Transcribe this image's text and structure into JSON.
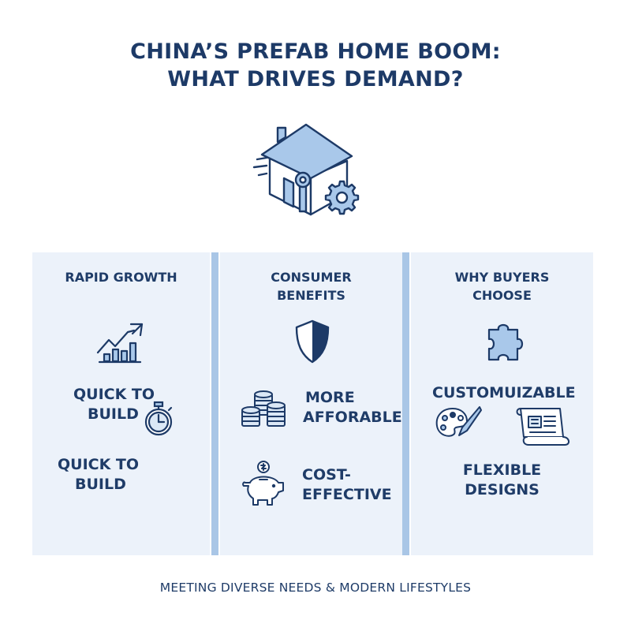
{
  "title": {
    "line1": "CHINA’S PREFAB HOME BOOM:",
    "line2": "WHAT DRIVES DEMAND?"
  },
  "hero_icon": "house-with-wrench-and-gear-icon",
  "columns": [
    {
      "heading": "RAPID GROWTH",
      "icon": "growth-chart-icon",
      "items": [
        {
          "line1": "QUICK TO",
          "line2": "BUILD",
          "icon": "stopwatch-icon"
        },
        {
          "line1": "QUICK TO",
          "line2": "BUILD"
        }
      ]
    },
    {
      "heading_line1": "CONSUMER",
      "heading_line2": "BENEFITS",
      "icon": "shield-icon",
      "items": [
        {
          "line1": "MORE",
          "line2": "AFFORABLE",
          "icon": "coin-stack-icon"
        },
        {
          "line1": "COST-",
          "line2": "EFFECTIVE",
          "icon": "piggy-bank-icon"
        }
      ]
    },
    {
      "heading_line1": "WHY BUYERS",
      "heading_line2": "CHOOSE",
      "icon": "puzzle-piece-icon",
      "items": [
        {
          "label": "CUSTOMUIZABLE",
          "icons": [
            "palette-icon",
            "blueprint-scroll-icon"
          ]
        },
        {
          "line1": "FLEXIBLE",
          "line2": "DESIGNS"
        }
      ]
    }
  ],
  "footer": "MEETING DIVERSE NEEDS & MODERN LIFESTYLES",
  "colors": {
    "navy": "#1d3a67",
    "panel": "#ecf2fa",
    "divider": "#a9c6e6",
    "icon_fill": "#a9c8ea"
  }
}
